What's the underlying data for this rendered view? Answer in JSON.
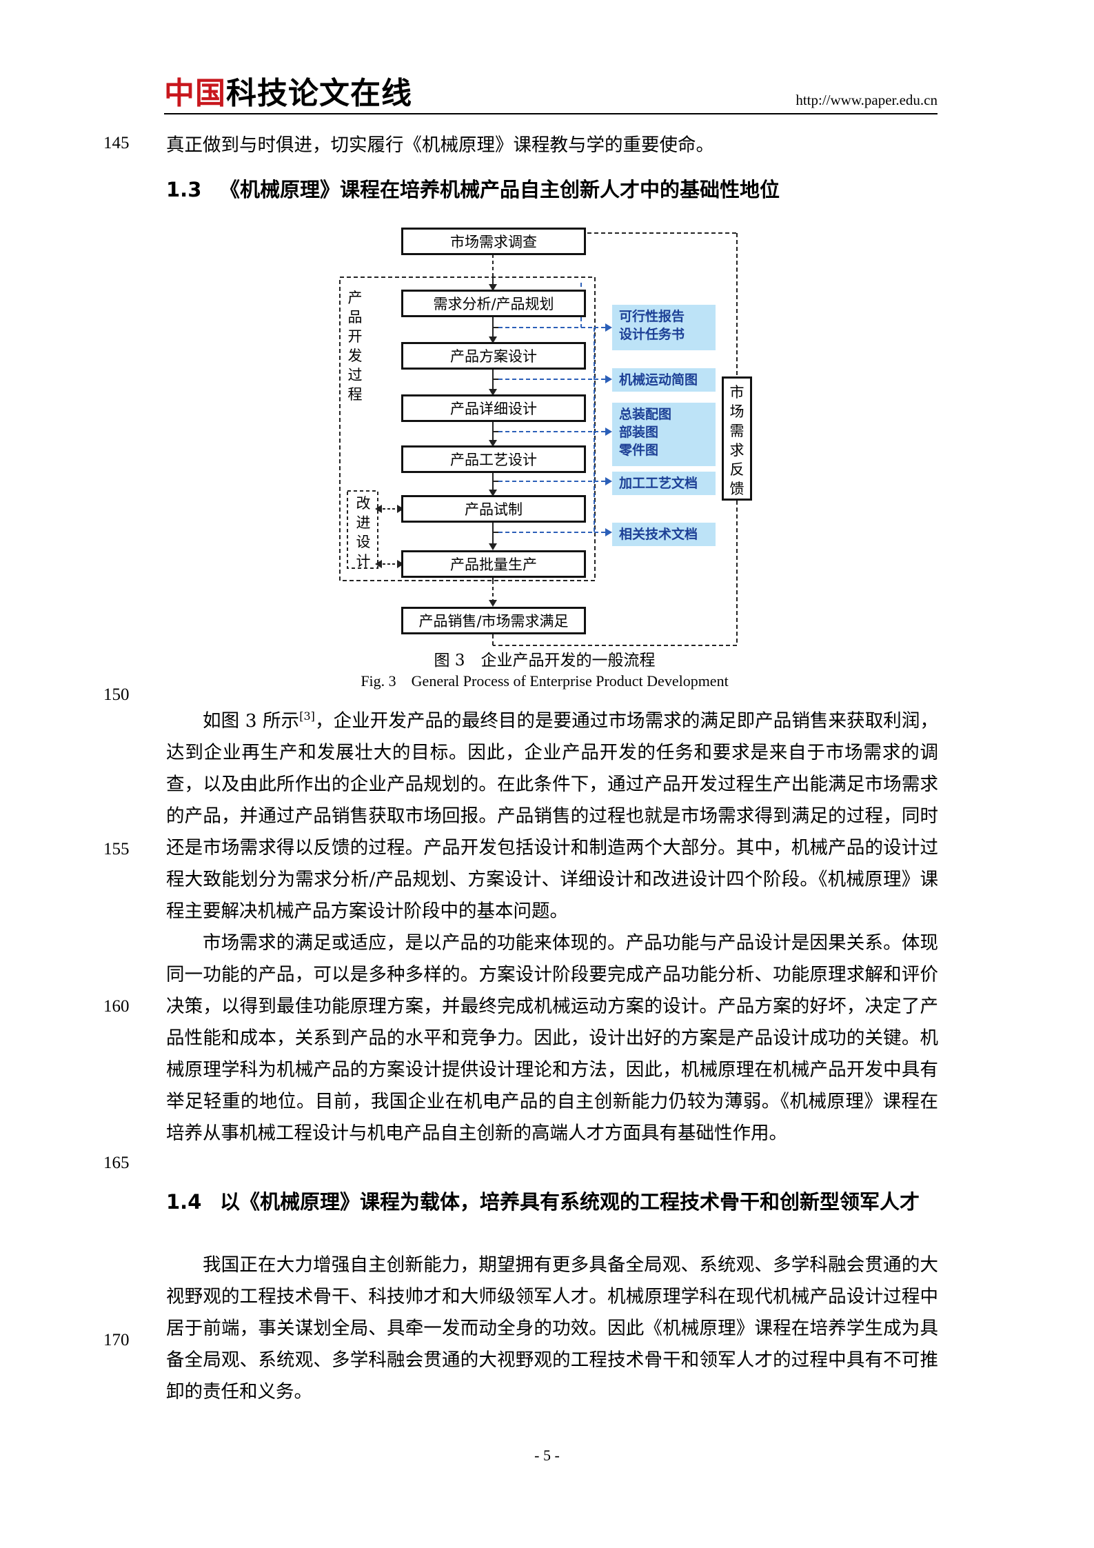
{
  "header": {
    "logo_red": "中国",
    "logo_black": "科技论文在线",
    "url": "http://www.paper.edu.cn"
  },
  "line_numbers": [
    "145",
    "150",
    "155",
    "160",
    "165",
    "170"
  ],
  "top_line": "真正做到与时俱进，切实履行《机械原理》课程教与学的重要使命。",
  "section_1_3": {
    "number": "1.3",
    "title": "《机械原理》课程在培养机械产品自主创新人才中的基础性地位"
  },
  "figure": {
    "steps": [
      "市场需求调查",
      "需求分析/产品规划",
      "产品方案设计",
      "产品详细设计",
      "产品工艺设计",
      "产品试制",
      "产品批量生产",
      "产品销售/市场需求满足"
    ],
    "process_label": "产品开发过程",
    "improve_label": "改进设计",
    "feedback_label": "市场需求反馈",
    "docs": [
      [
        "可行性报告",
        "设计任务书"
      ],
      [
        "机械运动简图"
      ],
      [
        "总装配图",
        "部装图",
        "零件图"
      ],
      [
        "加工工艺文档"
      ],
      [
        "相关技术文档"
      ]
    ],
    "caption_cn": "图 3　企业产品开发的一般流程",
    "caption_en": "Fig. 3　General Process of Enterprise Product Development"
  },
  "paragraphs_a": {
    "p1_before": "如图 3 所示",
    "p1_ref": "[3]",
    "p1_after": "，企业开发产品的最终目的是要通过市场需求的满足即产品销售来获取利润，达到企业再生产和发展壮大的目标。因此，企业产品开发的任务和要求是来自于市场需求的调查，以及由此所作出的企业产品规划的。在此条件下，通过产品开发过程生产出能满足市场需求的产品，并通过产品销售获取市场回报。产品销售的过程也就是市场需求得到满足的过程，同时还是市场需求得以反馈的过程。产品开发包括设计和制造两个大部分。其中，机械产品的设计过程大致能划分为需求分析/产品规划、方案设计、详细设计和改进设计四个阶段。《机械原理》课程主要解决机械产品方案设计阶段中的基本问题。",
    "p2": "市场需求的满足或适应，是以产品的功能来体现的。产品功能与产品设计是因果关系。体现同一功能的产品，可以是多种多样的。方案设计阶段要完成产品功能分析、功能原理求解和评价决策，以得到最佳功能原理方案，并最终完成机械运动方案的设计。产品方案的好坏，决定了产品性能和成本，关系到产品的水平和竞争力。因此，设计出好的方案是产品设计成功的关键。机械原理学科为机械产品的方案设计提供设计理论和方法，因此，机械原理在机械产品开发中具有举足轻重的地位。目前，我国企业在机电产品的自主创新能力仍较为薄弱。《机械原理》课程在培养从事机械工程设计与机电产品自主创新的高端人才方面具有基础性作用。"
  },
  "section_1_4": {
    "number": "1.4",
    "title": "以《机械原理》课程为载体，培养具有系统观的工程技术骨干和创新型领军人才"
  },
  "paragraph_b": "我国正在大力增强自主创新能力，期望拥有更多具备全局观、系统观、多学科融会贯通的大视野观的工程技术骨干、科技帅才和大师级领军人才。机械原理学科在现代机械产品设计过程中居于前端，事关谋划全局、具牵一发而动全身的功效。因此《机械原理》课程在培养学生成为具备全局观、系统观、多学科融会贯通的大视野观的工程技术骨干和领军人才的过程中具有不可推卸的责任和义务。",
  "page_number": "- 5 -"
}
